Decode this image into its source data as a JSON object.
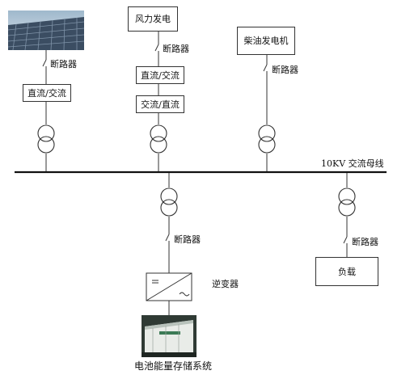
{
  "sources": {
    "wind_label": "风力发电",
    "diesel_label": "柴油发电机",
    "pv_converter_label": "直流/交流",
    "wind_converter_ac_dc_label": "交流/直流",
    "wind_converter_dc_ac_label": "直流/交流"
  },
  "breakers": {
    "pv": "断路器",
    "wind": "断路器",
    "diesel": "断路器",
    "storage": "断路器",
    "load": "断路器"
  },
  "bus": {
    "label": "10KV 交流母线"
  },
  "storage": {
    "inverter_label": "逆变器",
    "system_label": "电池能量存储系统"
  },
  "load": {
    "label": "负载"
  }
}
